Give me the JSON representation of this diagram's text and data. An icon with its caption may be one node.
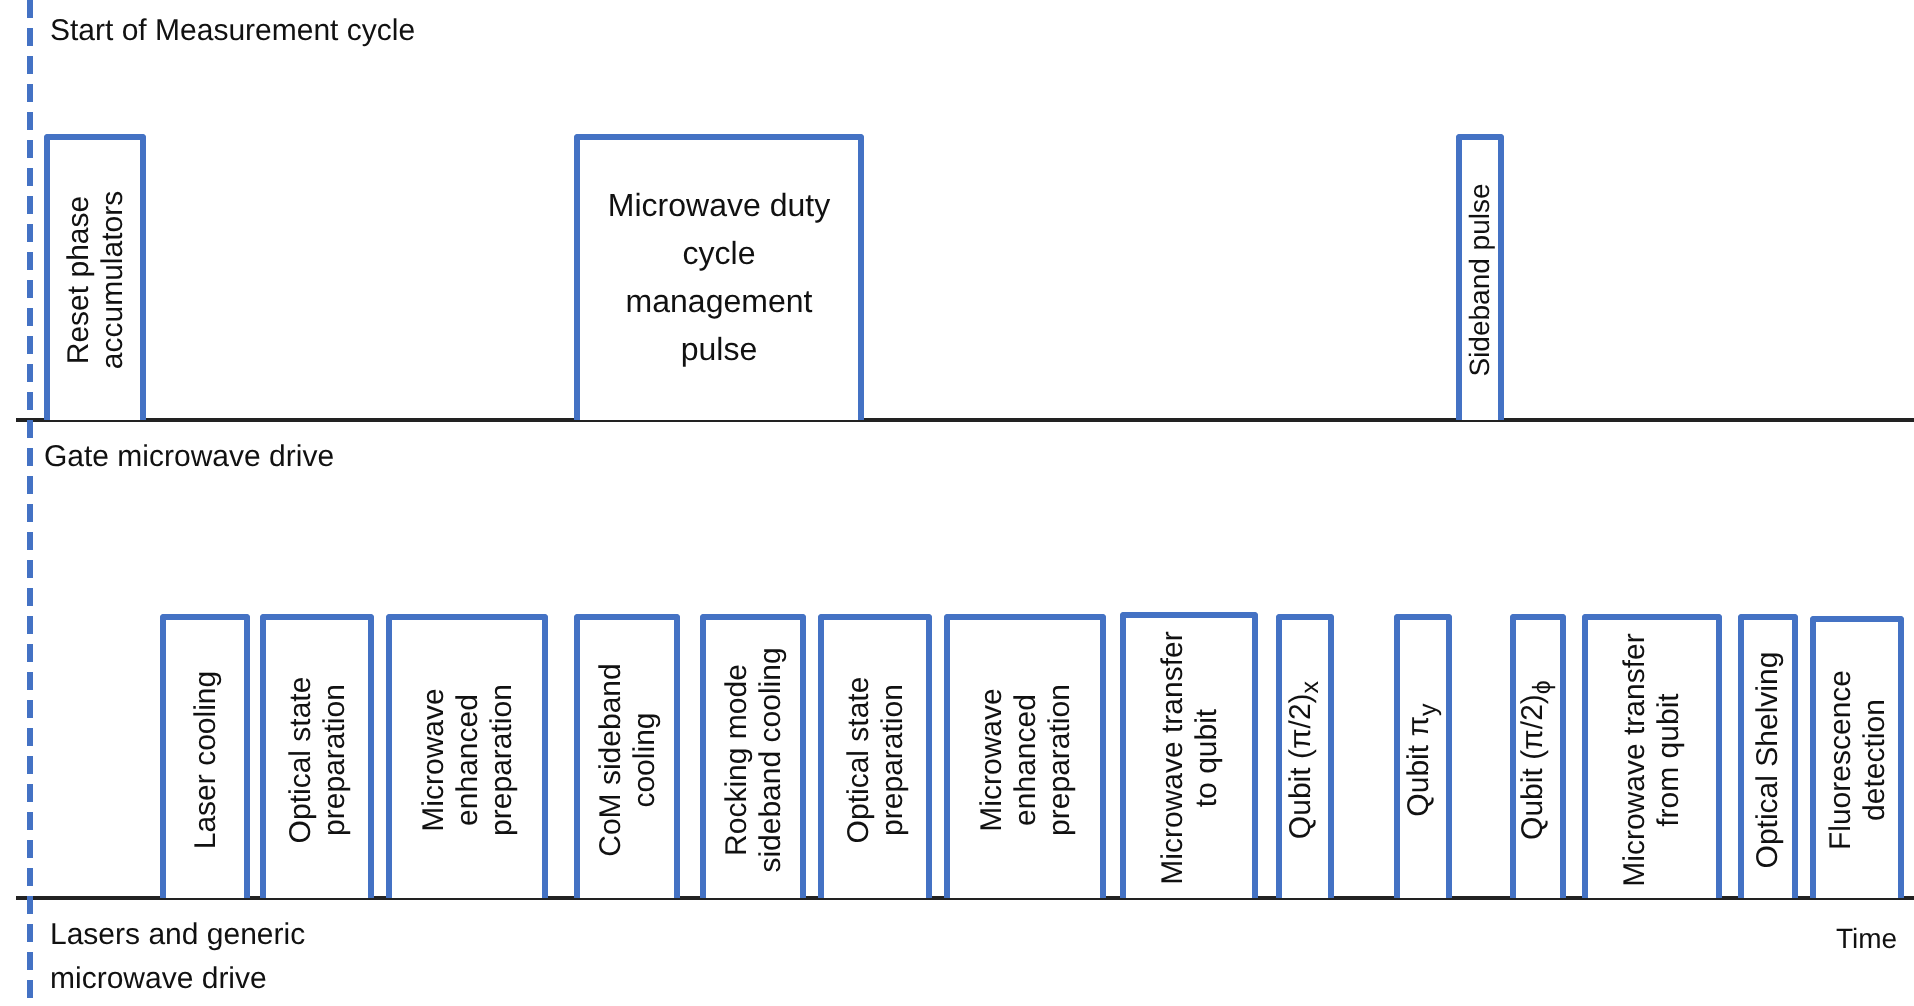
{
  "diagram": {
    "nodes": [
      {
        "text": [
          "Reset phase accumulators"
        ]
      },
      {
        "text": [
          "Microwave duty cycle management pulse"
        ]
      },
      {
        "text": [
          "Sideband pulse"
        ]
      },
      {
        "text": [
          "Laser cooling"
        ]
      },
      {
        "text": [
          "Optical state preparation"
        ]
      },
      {
        "text": [
          "Microwave enhanced preparation"
        ]
      },
      {
        "text": [
          "CoM sideband cooling"
        ]
      },
      {
        "text": [
          "Rocking mode sideband cooling"
        ]
      },
      {
        "text": [
          "Optical state preparation"
        ]
      },
      {
        "text": [
          "Microwave enhanced preparation"
        ]
      },
      {
        "text": [
          "Microwave transfer to qubit"
        ]
      },
      {
        "text": [
          "Qubit (π/2)$_{x}$"
        ]
      },
      {
        "text": [
          "Qubit π$_{y}$"
        ]
      },
      {
        "text": [
          "Qubit (π/2)$_{ϕ}$"
        ]
      },
      {
        "text": [
          "Microwave transfer from qubit"
        ]
      },
      {
        "text": [
          "Optical Shelving"
        ]
      },
      {
        "text": [
          "Fluorescence detection"
        ]
      }
    ],
    "labels": [
      "Start of Measurement cycle",
      "Gate microwave drive",
      "Lasers and generic microwave drive",
      "Time"
    ]
  }
}
